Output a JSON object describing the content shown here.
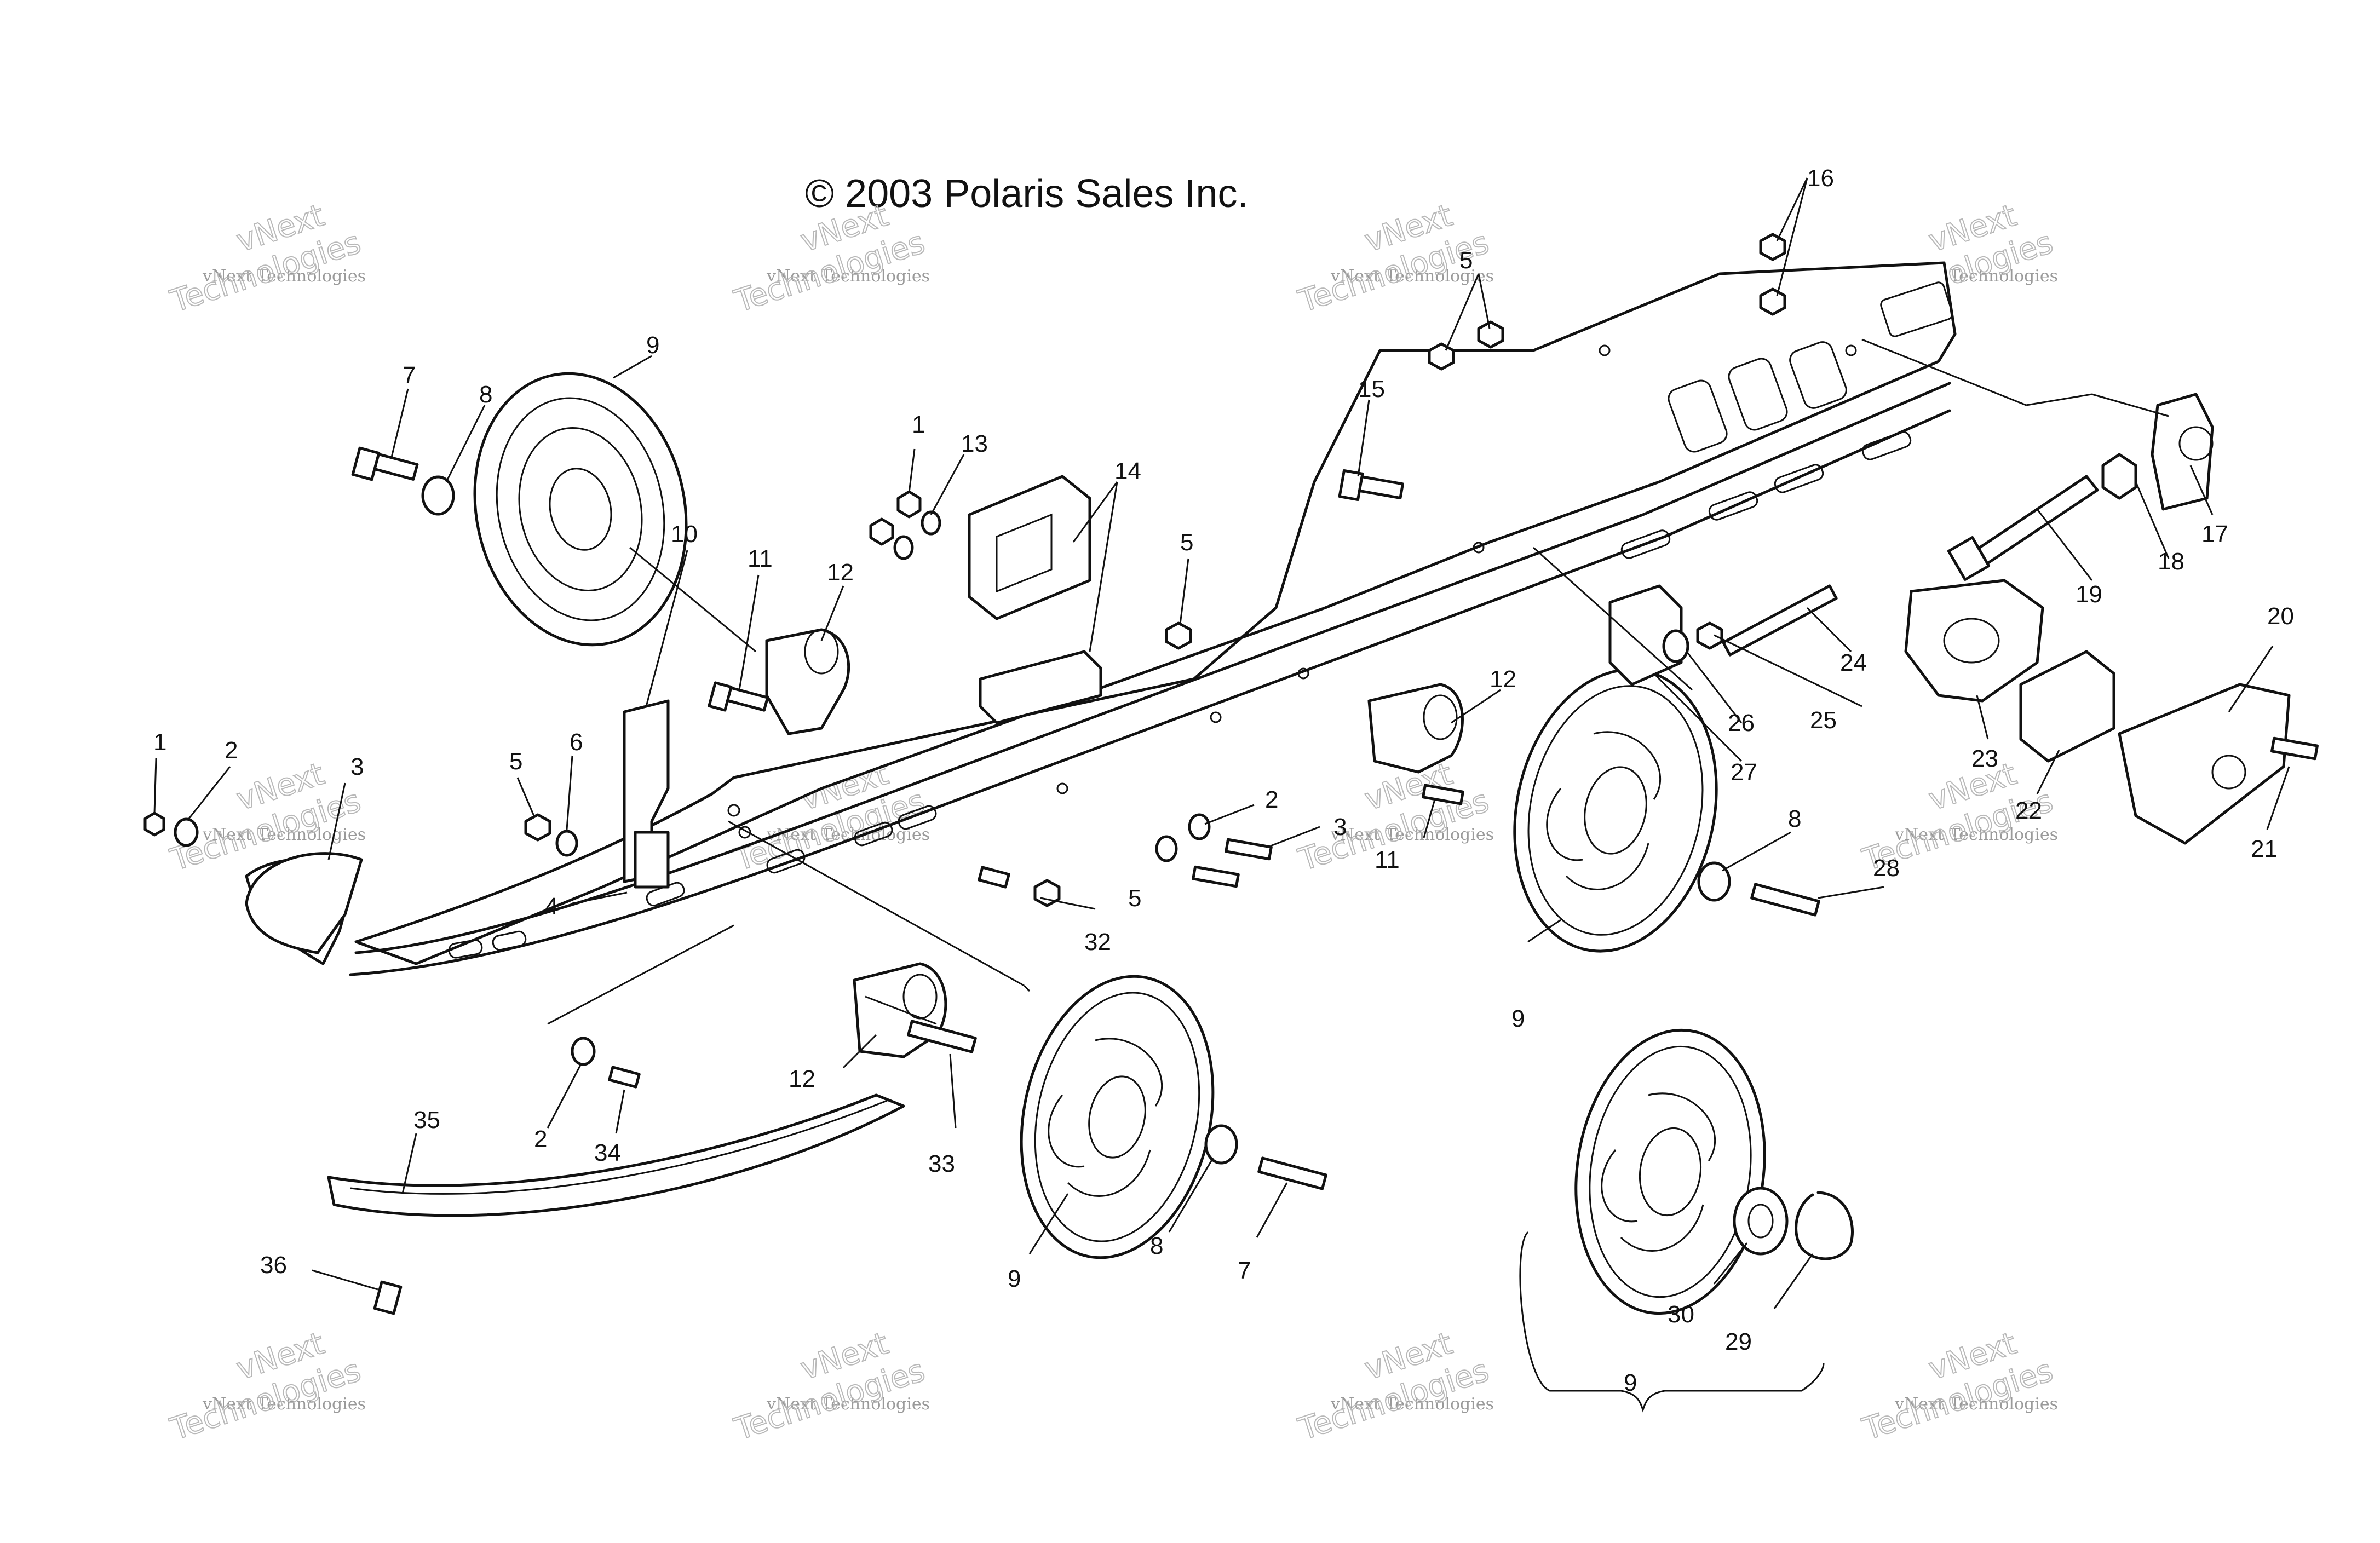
{
  "copyright": "© 2003 Polaris Sales Inc.",
  "watermark": {
    "line1": "vNext Technologies",
    "line2": "vNext",
    "line3": "Technologies"
  },
  "callouts": [
    {
      "id": "c-16",
      "text": "16"
    },
    {
      "id": "c-5a",
      "text": "5"
    },
    {
      "id": "c-7a",
      "text": "7"
    },
    {
      "id": "c-8a",
      "text": "8"
    },
    {
      "id": "c-9a",
      "text": "9"
    },
    {
      "id": "c-1a",
      "text": "1"
    },
    {
      "id": "c-13",
      "text": "13"
    },
    {
      "id": "c-14",
      "text": "14"
    },
    {
      "id": "c-15",
      "text": "15"
    },
    {
      "id": "c-10",
      "text": "10"
    },
    {
      "id": "c-11a",
      "text": "11"
    },
    {
      "id": "c-12a",
      "text": "12"
    },
    {
      "id": "c-5b",
      "text": "5"
    },
    {
      "id": "c-17",
      "text": "17"
    },
    {
      "id": "c-18",
      "text": "18"
    },
    {
      "id": "c-19",
      "text": "19"
    },
    {
      "id": "c-20",
      "text": "20"
    },
    {
      "id": "c-24",
      "text": "24"
    },
    {
      "id": "c-25",
      "text": "25"
    },
    {
      "id": "c-26",
      "text": "26"
    },
    {
      "id": "c-27",
      "text": "27"
    },
    {
      "id": "c-12b",
      "text": "12"
    },
    {
      "id": "c-23",
      "text": "23"
    },
    {
      "id": "c-1b",
      "text": "1"
    },
    {
      "id": "c-2a",
      "text": "2"
    },
    {
      "id": "c-3a",
      "text": "3"
    },
    {
      "id": "c-5c",
      "text": "5"
    },
    {
      "id": "c-6",
      "text": "6"
    },
    {
      "id": "c-4",
      "text": "4"
    },
    {
      "id": "c-2b",
      "text": "2"
    },
    {
      "id": "c-3b",
      "text": "3"
    },
    {
      "id": "c-11b",
      "text": "11"
    },
    {
      "id": "c-22",
      "text": "22"
    },
    {
      "id": "c-21",
      "text": "21"
    },
    {
      "id": "c-8b",
      "text": "8"
    },
    {
      "id": "c-28",
      "text": "28"
    },
    {
      "id": "c-5d",
      "text": "5"
    },
    {
      "id": "c-32",
      "text": "32"
    },
    {
      "id": "c-9b",
      "text": "9"
    },
    {
      "id": "c-12c",
      "text": "12"
    },
    {
      "id": "c-2c",
      "text": "2"
    },
    {
      "id": "c-34",
      "text": "34"
    },
    {
      "id": "c-33",
      "text": "33"
    },
    {
      "id": "c-35",
      "text": "35"
    },
    {
      "id": "c-8c",
      "text": "8"
    },
    {
      "id": "c-7b",
      "text": "7"
    },
    {
      "id": "c-9c",
      "text": "9"
    },
    {
      "id": "c-36",
      "text": "36"
    },
    {
      "id": "c-30",
      "text": "30"
    },
    {
      "id": "c-29",
      "text": "29"
    },
    {
      "id": "c-9d",
      "text": "9"
    }
  ]
}
